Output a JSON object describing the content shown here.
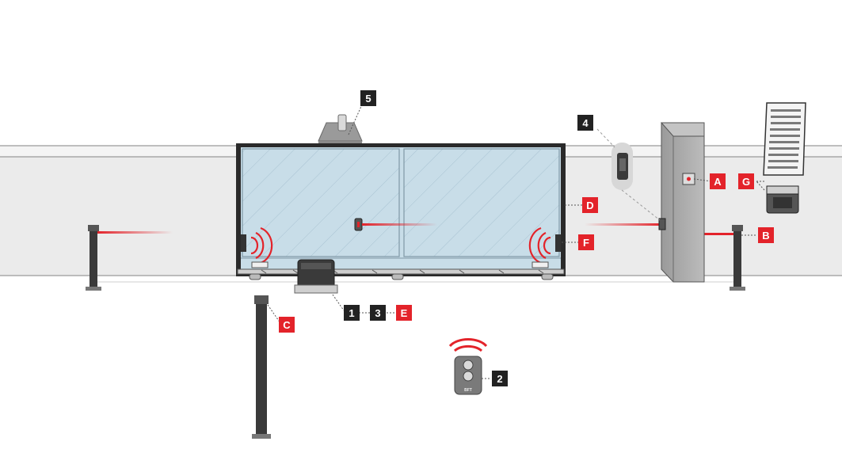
{
  "callouts": {
    "n1": "1",
    "n2": "2",
    "n3": "3",
    "n4": "4",
    "n5": "5",
    "a": "A",
    "b": "B",
    "c": "C",
    "d": "D",
    "e": "E",
    "f": "F",
    "g": "G"
  },
  "colors": {
    "accent_red": "#e3232a",
    "tag_dark": "#222222",
    "wall": "#ebebeb",
    "glass": "#c8dde8"
  },
  "remote_brand": "BFT",
  "icons": [
    "photocell-post-icon",
    "gate-motor-icon",
    "remote-control-icon",
    "flashing-light-icon",
    "key-selector-icon",
    "solar-panel-icon",
    "battery-box-icon",
    "safety-edge-icon"
  ]
}
